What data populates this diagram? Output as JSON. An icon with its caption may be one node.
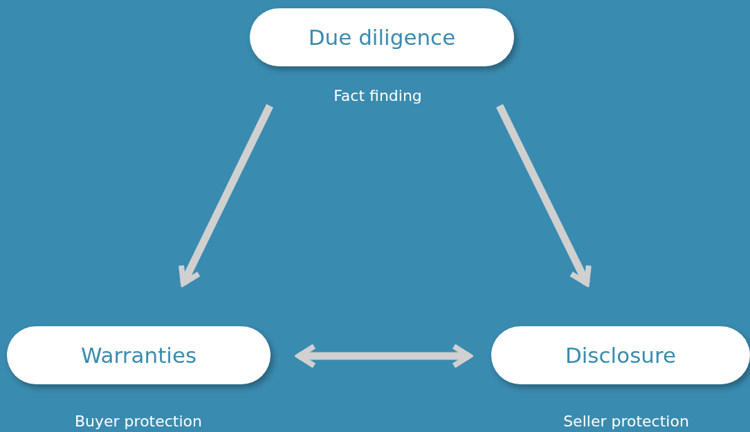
{
  "diagram": {
    "nodes": [
      {
        "text": [
          "Due diligence"
        ],
        "beside": [
          "Fact finding"
        ]
      },
      {
        "text": [
          "Warranties"
        ],
        "beside": [
          "Buyer protection"
        ]
      },
      {
        "text": [
          "Disclosure"
        ],
        "beside": [
          "Seller protection"
        ]
      }
    ],
    "edges": [
      {
        "from": 0,
        "to": 1,
        "arrow": "to"
      },
      {
        "from": 0,
        "to": 2,
        "arrow": "to"
      },
      {
        "from": 1,
        "to": 2,
        "arrow": "both"
      }
    ]
  }
}
